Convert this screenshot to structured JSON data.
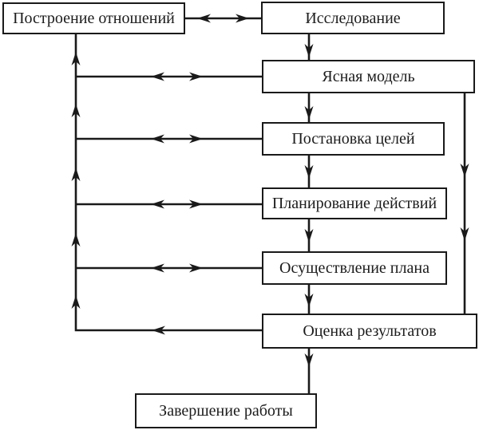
{
  "diagram": {
    "title": "Counselling process flowchart",
    "colors": {
      "background": "#ffffff",
      "line": "#1a1a1a",
      "node_fill": "#ffffff",
      "text": "#1c1c1c"
    },
    "nodes": [
      {
        "id": "relationship-building",
        "label": "Построение отношений"
      },
      {
        "id": "research",
        "label": "Исследование"
      },
      {
        "id": "clear-model",
        "label": "Ясная модель"
      },
      {
        "id": "goal-setting",
        "label": "Постановка целей"
      },
      {
        "id": "action-planning",
        "label": "Планирование действий"
      },
      {
        "id": "plan-implementation",
        "label": "Осуществление плана"
      },
      {
        "id": "results-evaluation",
        "label": "Оценка результатов"
      },
      {
        "id": "work-completion",
        "label": "Завершение работы"
      }
    ],
    "edges": [
      {
        "from": "research",
        "to": "relationship-building",
        "direction": "bidirectional"
      },
      {
        "from": "research",
        "to": "clear-model",
        "direction": "one-way-down"
      },
      {
        "from": "clear-model",
        "to": "goal-setting",
        "direction": "one-way-down"
      },
      {
        "from": "goal-setting",
        "to": "action-planning",
        "direction": "one-way-down"
      },
      {
        "from": "action-planning",
        "to": "plan-implementation",
        "direction": "one-way-down"
      },
      {
        "from": "plan-implementation",
        "to": "results-evaluation",
        "direction": "one-way-down"
      },
      {
        "from": "results-evaluation",
        "to": "work-completion",
        "direction": "one-way-down"
      },
      {
        "from": "clear-model",
        "to": "results-evaluation",
        "direction": "one-way-down-right-bypass"
      },
      {
        "from": "results-evaluation",
        "to": "relationship-building",
        "direction": "one-way-up-left-trunk"
      },
      {
        "from": "relationship-building",
        "to": "clear-model",
        "direction": "bidirectional-via-left-trunk"
      },
      {
        "from": "relationship-building",
        "to": "goal-setting",
        "direction": "bidirectional-via-left-trunk"
      },
      {
        "from": "relationship-building",
        "to": "action-planning",
        "direction": "bidirectional-via-left-trunk"
      },
      {
        "from": "relationship-building",
        "to": "plan-implementation",
        "direction": "bidirectional-via-left-trunk"
      }
    ]
  }
}
